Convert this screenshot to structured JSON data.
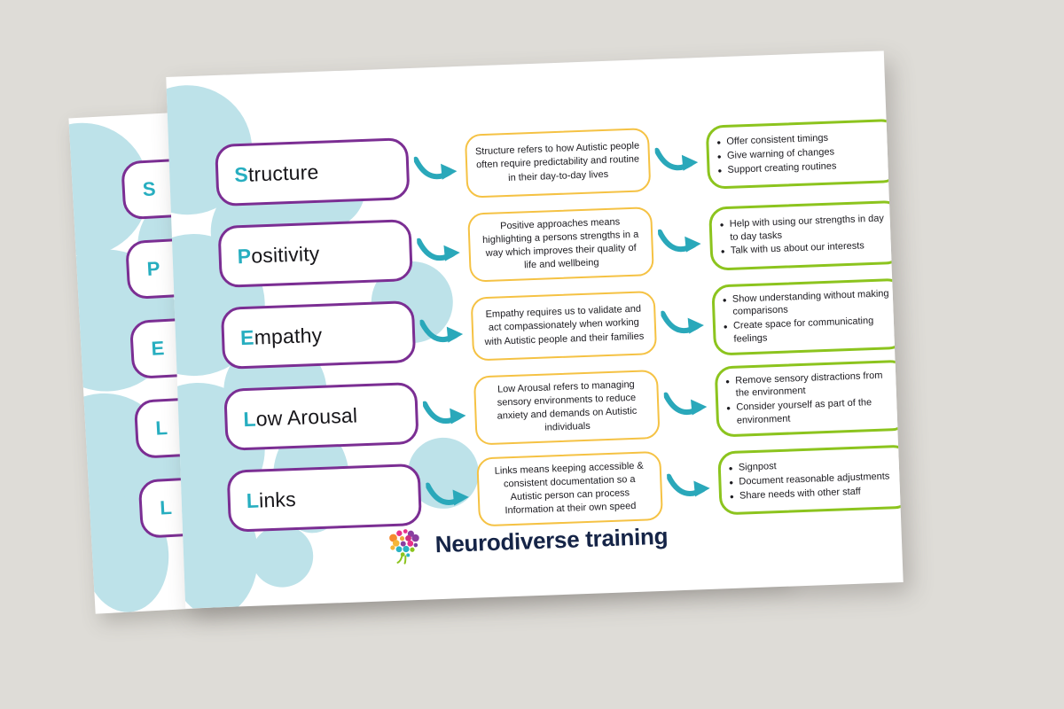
{
  "background_color": "#dedcd7",
  "theme": {
    "purple": "#7b2e93",
    "teal": "#27aec0",
    "yellow": "#f5c244",
    "green": "#8cc41e",
    "blue_blob": "#bde2e9",
    "text_dark": "#1c1b20",
    "logo_navy": "#152447"
  },
  "rows": [
    {
      "initial": "S",
      "rest": "tructure",
      "definition": "Structure refers to how Autistic people often require predictability and routine in their day-to-day lives",
      "actions": [
        "Offer consistent timings",
        "Give warning of changes",
        "Support creating routines"
      ]
    },
    {
      "initial": "P",
      "rest": "ositivity",
      "definition": "Positive approaches means highlighting a persons strengths in a way which improves their quality of life and wellbeing",
      "actions": [
        "Help with using  our strengths in day to day tasks",
        "Talk with us about our interests"
      ]
    },
    {
      "initial": "E",
      "rest": "mpathy",
      "definition": "Empathy requires us to validate and act compassionately when working with Autistic people and their families",
      "actions": [
        "Show understanding without making comparisons",
        "Create space  for communicating feelings"
      ]
    },
    {
      "initial": "L",
      "rest": "ow Arousal",
      "definition": "Low Arousal refers to managing sensory environments to reduce anxiety and demands on Autistic individuals",
      "actions": [
        "Remove sensory distractions from the environment",
        "Consider yourself as part of the environment"
      ]
    },
    {
      "initial": "L",
      "rest": "inks",
      "definition": "Links means keeping accessible & consistent documentation so a Autistic person can process Information at their own speed",
      "actions": [
        "Signpost",
        "Document reasonable adjustments",
        "Share needs with other staff"
      ]
    }
  ],
  "logo": {
    "text": "Neurodiverse training",
    "mark": "brain-dots-icon"
  },
  "back_card": {
    "visible_initials": [
      "S",
      "P",
      "E",
      "L",
      "L"
    ]
  }
}
